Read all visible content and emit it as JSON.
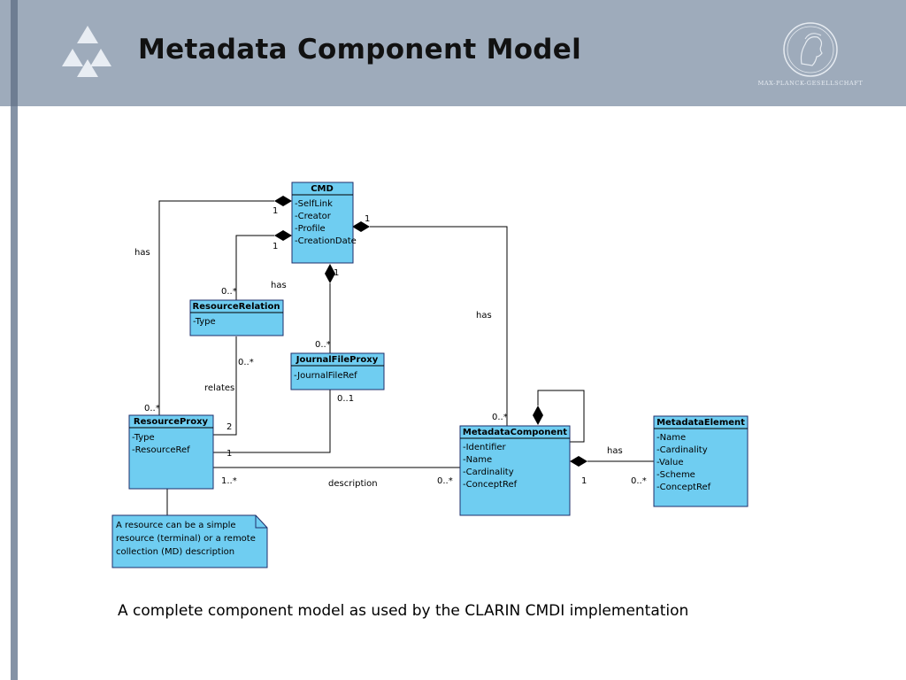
{
  "slide": {
    "title": "Metadata Component Model",
    "logo_text": "MAX-PLANCK-GESELLSCHAFT",
    "caption": "A complete component model as used by the CLARIN CMDI implementation"
  },
  "colors": {
    "header": "#9eabbb",
    "class_fill": "#6fcdf1",
    "class_border": "#1f2f6b",
    "note_fill": "#6fcdf1"
  },
  "classes": {
    "cmd": {
      "name": "CMD",
      "attributes": [
        "-SelfLink",
        "-Creator",
        "-Profile",
        "-CreationDate"
      ]
    },
    "resource_relation": {
      "name": "ResourceRelation",
      "attributes": [
        "-Type"
      ]
    },
    "journal_file_proxy": {
      "name": "JournalFileProxy",
      "attributes": [
        "-JournalFileRef"
      ]
    },
    "resource_proxy": {
      "name": "ResourceProxy",
      "attributes": [
        "-Type",
        "-ResourceRef"
      ]
    },
    "metadata_component": {
      "name": "MetadataComponent",
      "attributes": [
        "-Identifier",
        "-Name",
        "-Cardinality",
        "-ConceptRef"
      ]
    },
    "metadata_element": {
      "name": "MetadataElement",
      "attributes": [
        "-Name",
        "-Cardinality",
        "-Value",
        "-Scheme",
        "-ConceptRef"
      ]
    }
  },
  "note": {
    "lines": [
      "A resource can be a simple",
      "resource (terminal) or a remote",
      "collection (MD) description"
    ]
  },
  "labels": {
    "has_resource_proxy": "has",
    "has_relation": "has",
    "has_component": "has",
    "has_element": "has",
    "relates": "relates",
    "description": "description",
    "cmd_mult_proxy": "1",
    "cmd_mult_relation": "1",
    "cmd_mult_component": "1",
    "cmd_mult_journal": "1",
    "relation_mult_cmd": "0..*",
    "relation_mult_proxy": "0..*",
    "journal_mult_cmd": "0..*",
    "journal_mult_proxy": "0..1",
    "proxy_mult_cmd": "0..*",
    "proxy_mult_relation": "2",
    "proxy_mult_journal": "1",
    "proxy_mult_component": "1..*",
    "component_mult_proxy": "0..*",
    "component_mult_cmd": "0..*",
    "component_mult_element": "1",
    "element_mult_component": "0..*"
  }
}
